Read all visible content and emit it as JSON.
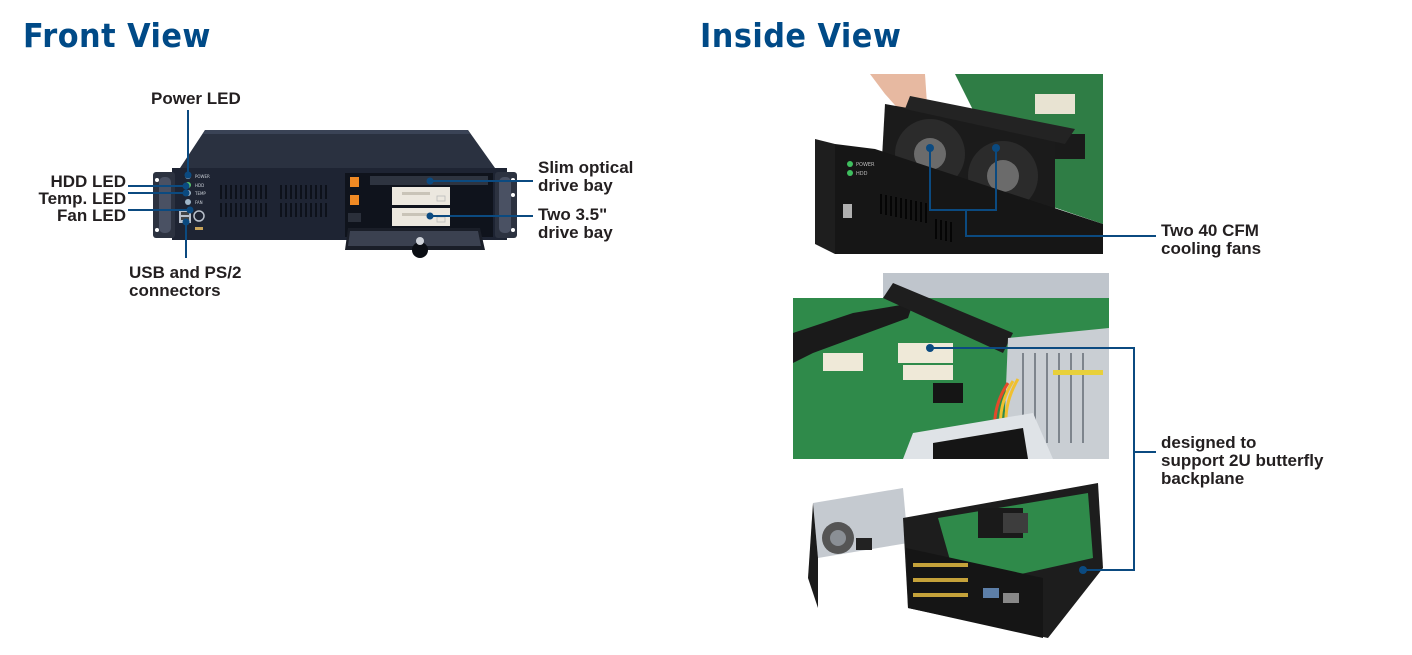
{
  "front_view": {
    "title": "Front View",
    "callouts": {
      "power_led": "Power LED",
      "hdd_led": "HDD LED",
      "temp_led": "Temp. LED",
      "fan_led": "Fan LED",
      "usb_ps2_line1": "USB and PS/2",
      "usb_ps2_line2": "connectors",
      "slim_optical_line1": "Slim optical",
      "slim_optical_line2": "drive bay",
      "two_35_line1": "Two 3.5\"",
      "two_35_line2": "drive bay"
    },
    "panel_labels": [
      "POWER",
      "HDD",
      "TEMP",
      "FAN"
    ]
  },
  "inside_view": {
    "title": "Inside View",
    "callouts": {
      "fans_line1": "Two 40 CFM",
      "fans_line2": "cooling fans",
      "backplane_line1": "designed to",
      "backplane_line2": "support 2U butterfly",
      "backplane_line3": "backplane"
    },
    "panel_labels": [
      "POWER",
      "HDD"
    ]
  },
  "colors": {
    "heading": "#004a87",
    "leader_line": "#0b4a80",
    "text": "#231f20"
  }
}
